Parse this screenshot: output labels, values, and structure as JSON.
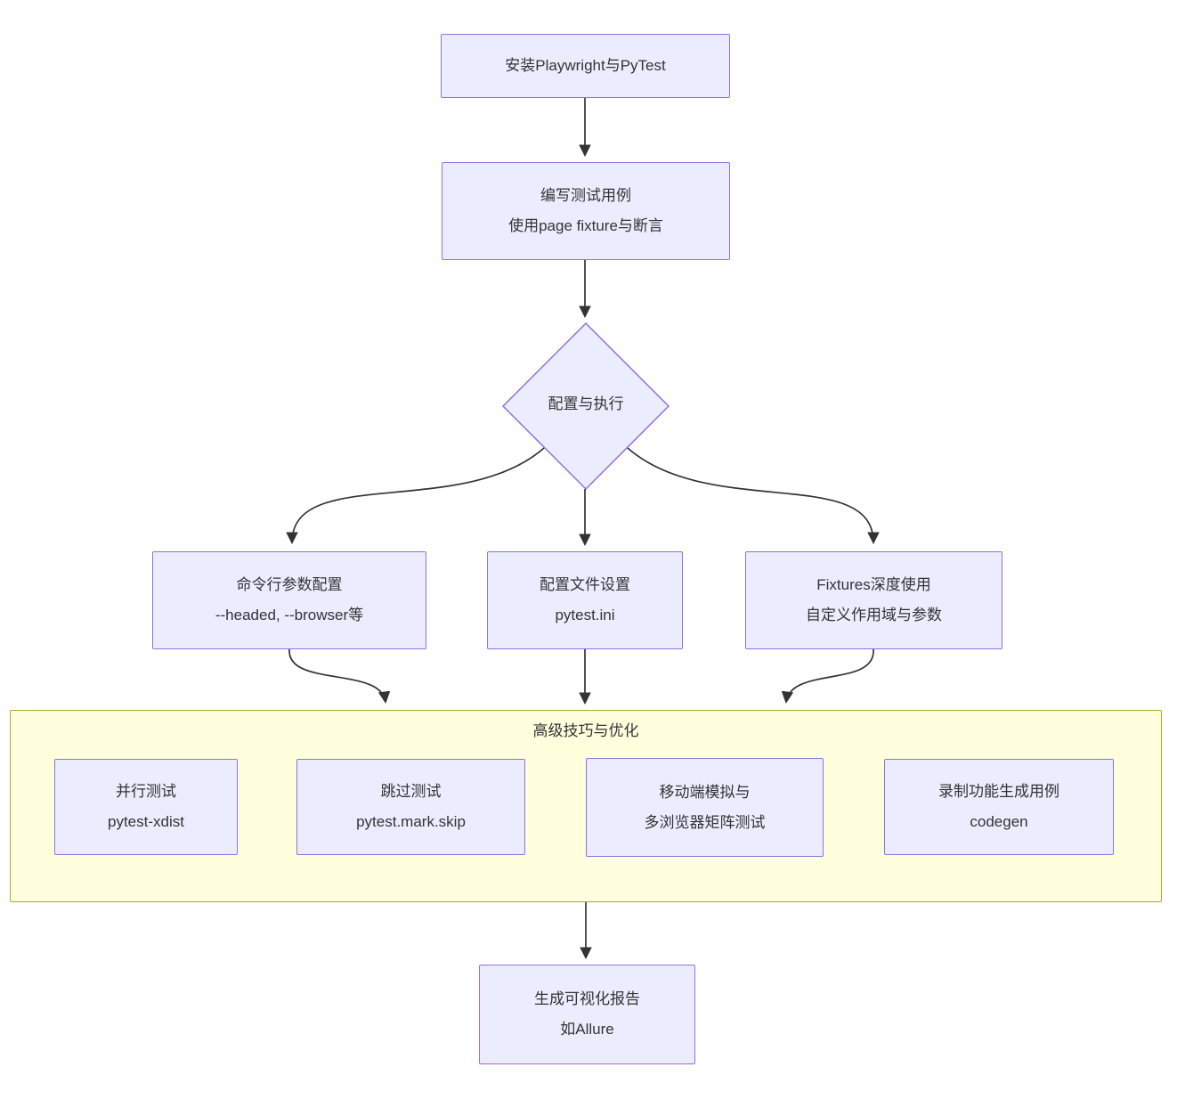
{
  "flowchart": {
    "nodes": {
      "install": {
        "lines": [
          "安装Playwright与PyTest"
        ]
      },
      "write_tests": {
        "lines": [
          "编写测试用例",
          "使用page fixture与断言"
        ]
      },
      "decision": {
        "label": "配置与执行"
      },
      "cli_args": {
        "lines": [
          "命令行参数配置",
          "--headed, --browser等"
        ]
      },
      "config_file": {
        "lines": [
          "配置文件设置",
          "pytest.ini"
        ]
      },
      "fixtures": {
        "lines": [
          "Fixtures深度使用",
          "自定义作用域与参数"
        ]
      },
      "report": {
        "lines": [
          "生成可视化报告",
          "如Allure"
        ]
      }
    },
    "cluster": {
      "title": "高级技巧与优化",
      "nodes": {
        "parallel": {
          "lines": [
            "并行测试",
            "pytest-xdist"
          ]
        },
        "skip": {
          "lines": [
            "跳过测试",
            "pytest.mark.skip"
          ]
        },
        "mobile": {
          "lines": [
            "移动端模拟与",
            "多浏览器矩阵测试"
          ]
        },
        "codegen": {
          "lines": [
            "录制功能生成用例",
            "codegen"
          ]
        }
      }
    },
    "colors": {
      "node_fill": "#ECECFF",
      "node_border": "#9370DB",
      "cluster_fill": "#FFFFDE",
      "cluster_border": "#AAAA33",
      "edge": "#333333",
      "text": "#333333"
    }
  }
}
